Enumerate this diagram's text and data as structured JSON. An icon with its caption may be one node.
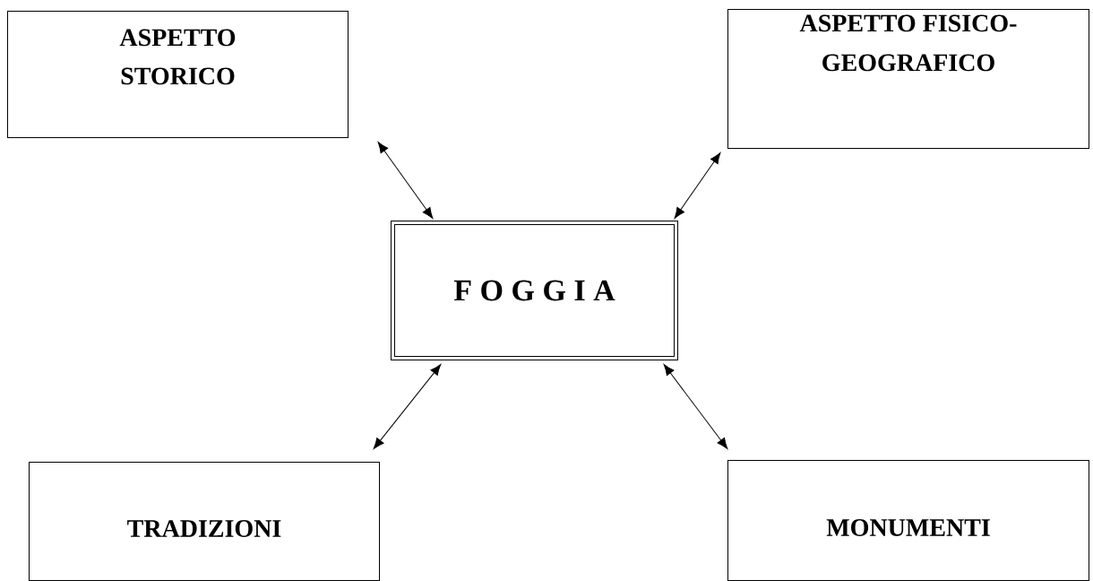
{
  "diagram": {
    "nodes": [
      {
        "text": [
          "ASPETTO STORICO"
        ]
      },
      {
        "text": [
          "ASPETTO FISICO-GEOGRAFICO"
        ]
      },
      {
        "text": [
          "F O G G I A"
        ]
      },
      {
        "text": [
          "TRADIZIONI"
        ]
      },
      {
        "text": [
          "MONUMENTI"
        ]
      }
    ],
    "edges": [
      {
        "from": 0,
        "to": 2,
        "arrow": "both"
      },
      {
        "from": 1,
        "to": 2,
        "arrow": "both"
      },
      {
        "from": 3,
        "to": 2,
        "arrow": "both"
      },
      {
        "from": 4,
        "to": 2,
        "arrow": "both"
      }
    ]
  }
}
